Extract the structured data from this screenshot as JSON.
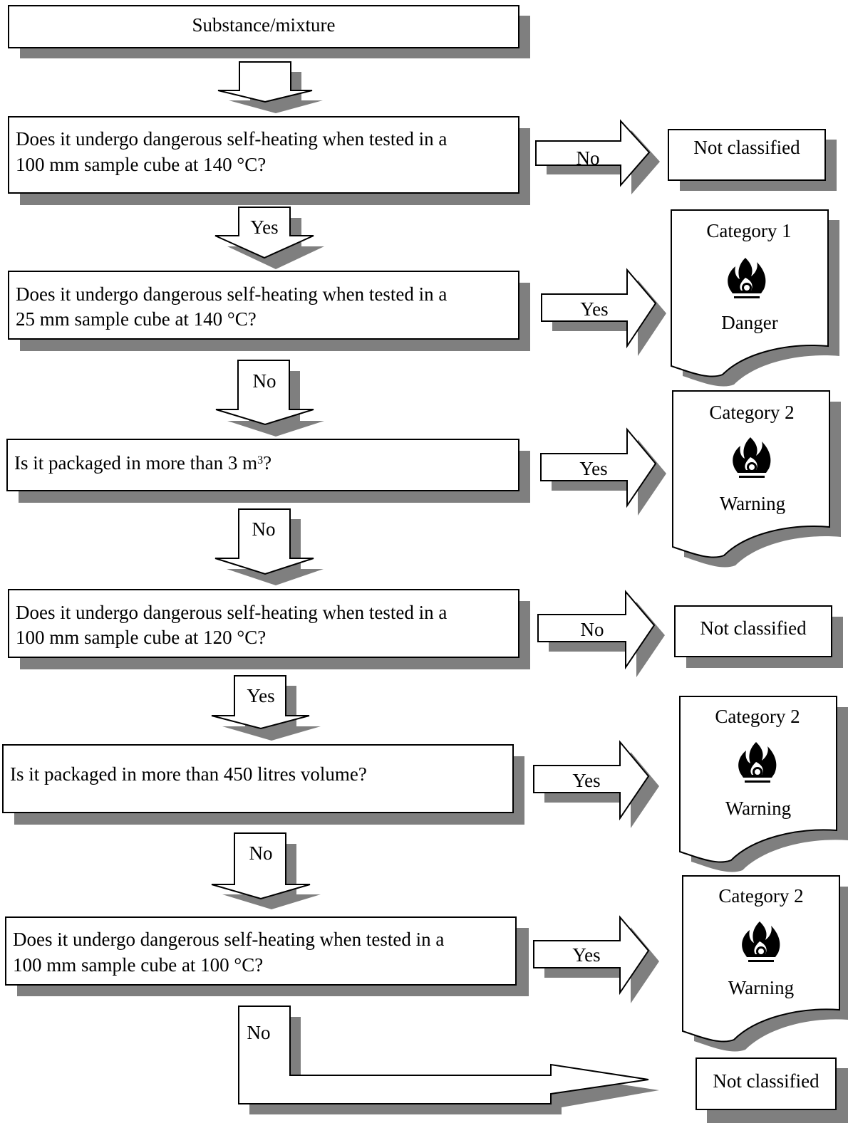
{
  "flowchart": {
    "start": "Substance/mixture",
    "questions": [
      {
        "line1": "Does it undergo dangerous self-heating when tested in a",
        "line2": "100 mm sample cube at 140 °C?"
      },
      {
        "line1": "Does it undergo dangerous self-heating when tested in a",
        "line2": "25 mm sample cube at 140 °C?"
      },
      {
        "line1": "Is it packaged in more than 3 m",
        "superscript": "3",
        "suffix": "?"
      },
      {
        "line1": "Does it undergo dangerous self-heating when tested in a",
        "line2": "100 mm sample cube at 120 °C?"
      },
      {
        "line1": "Is it packaged in more than 450 litres volume?"
      },
      {
        "line1": "Does it undergo dangerous self-heating when tested in a",
        "line2": "100 mm sample cube at 100 °C?"
      }
    ],
    "down_labels": [
      "Yes",
      "No",
      "No",
      "Yes",
      "No",
      "No"
    ],
    "right_labels": [
      "No",
      "Yes",
      "Yes",
      "No",
      "Yes",
      "Yes"
    ],
    "outcomes": [
      {
        "type": "plain",
        "label": "Not classified"
      },
      {
        "type": "label",
        "category": "Category 1",
        "signal": "Danger",
        "icon": "flame-icon"
      },
      {
        "type": "label",
        "category": "Category 2",
        "signal": "Warning",
        "icon": "flame-icon"
      },
      {
        "type": "plain",
        "label": "Not classified"
      },
      {
        "type": "label",
        "category": "Category 2",
        "signal": "Warning",
        "icon": "flame-icon"
      },
      {
        "type": "label",
        "category": "Category 2",
        "signal": "Warning",
        "icon": "flame-icon"
      },
      {
        "type": "plain",
        "label": "Not classified"
      }
    ]
  },
  "colors": {
    "shadow": "#7f7f7f",
    "stroke": "#000000",
    "fill": "#ffffff"
  }
}
